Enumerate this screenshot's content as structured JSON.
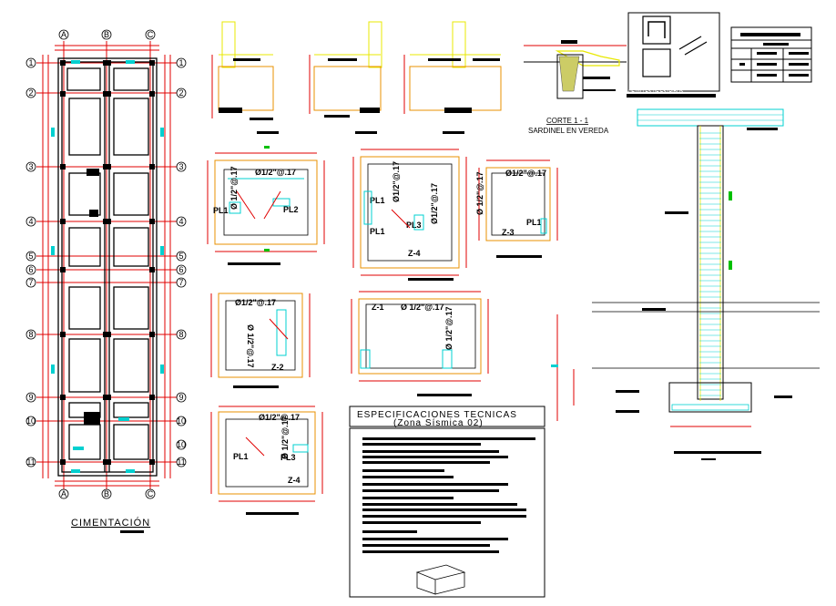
{
  "colors": {
    "grid_red": "#e00000",
    "wall_dark": "#000000",
    "cyan_bar": "#00d0d0",
    "green_mark": "#00c000",
    "yellow_line": "#e8e800",
    "magenta_note": "#c000c0",
    "orange_outline": "#e89000"
  },
  "foundation_plan": {
    "title": "CIMENTACIÓN",
    "axes_top": [
      "A",
      "B",
      "C"
    ],
    "axes_bottom": [
      "A",
      "B",
      "C"
    ],
    "rows_left": [
      "1",
      "2",
      "3",
      "4",
      "5",
      "6",
      "7",
      "8",
      "9",
      "10",
      "11"
    ],
    "rows_right": [
      "1",
      "2",
      "3",
      "4",
      "5",
      "6",
      "7",
      "8",
      "9",
      "10",
      "10",
      "11"
    ]
  },
  "section": {
    "title": "CORTE 1 - 1",
    "subtitle": "SARDINEL EN VEREDA"
  },
  "stirrup_detail": {
    "caption": "DETALLES DE ESTRIBOS"
  },
  "zapatas": {
    "rebar_label": "Ø1/2\"@.17",
    "rebar_label_alt": "Ø 1/2\"@.17",
    "pl1": "PL1",
    "pl2": "PL2",
    "pl3": "PL3",
    "z4": "Z-4",
    "z3": "Z-3",
    "z2": "Z-2",
    "z1": "Z-1"
  },
  "specs": {
    "title": "ESPECIFICACIONES  TECNICAS",
    "subtitle": "(Zona Sísmica 02)"
  }
}
